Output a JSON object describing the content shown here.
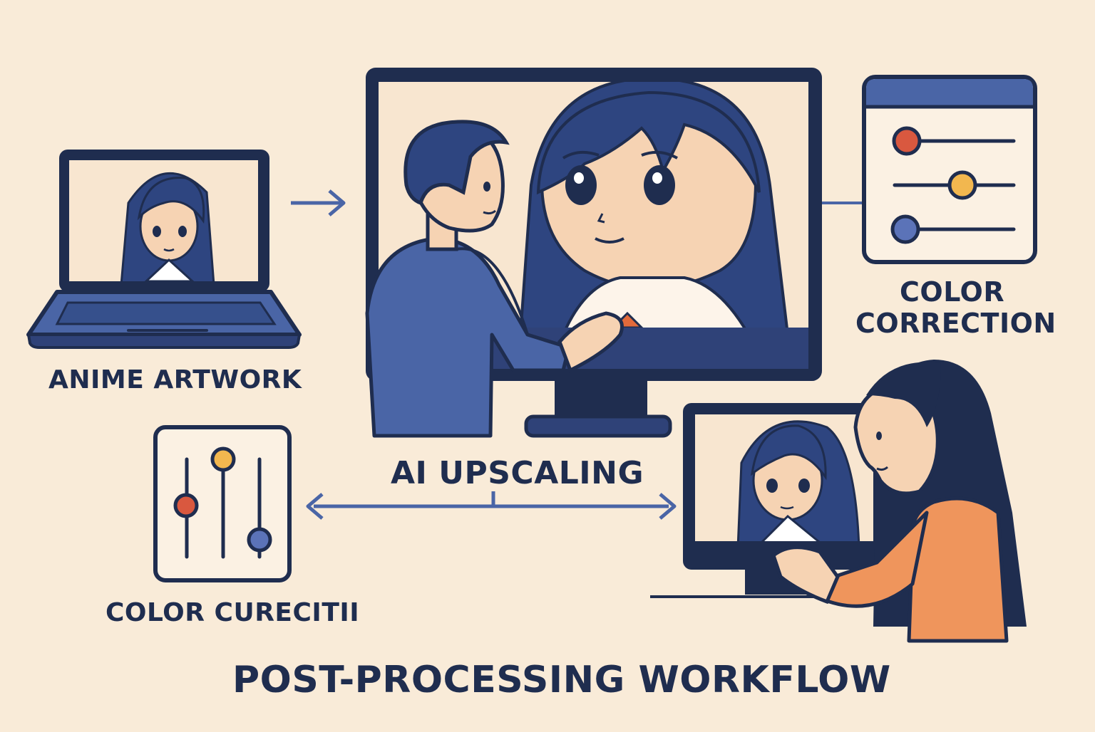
{
  "colors": {
    "background": "#f9ebd8",
    "ink": "#1f2d4f",
    "blue": "#4a65a6",
    "skin": "#f6d3b3",
    "orange": "#ef955c",
    "red": "#d9583f",
    "yellow": "#f2b74f",
    "dot_blue": "#5b73b8"
  },
  "labels": {
    "anime_artwork": "ANIME ARTWORK",
    "ai_upscaling": "AI UPSCALING",
    "color_correction_line1": "COLOR",
    "color_correction_line2": "CORRECTION",
    "color_curecitii": "COLOR CURECITII",
    "title": "POST-PROCESSING WORKFLOW"
  },
  "icons": [
    "laptop-icon",
    "monitor-icon",
    "slider-panel-icon",
    "vertical-sliders-icon",
    "arrow-right-icon",
    "double-arrow-icon"
  ]
}
